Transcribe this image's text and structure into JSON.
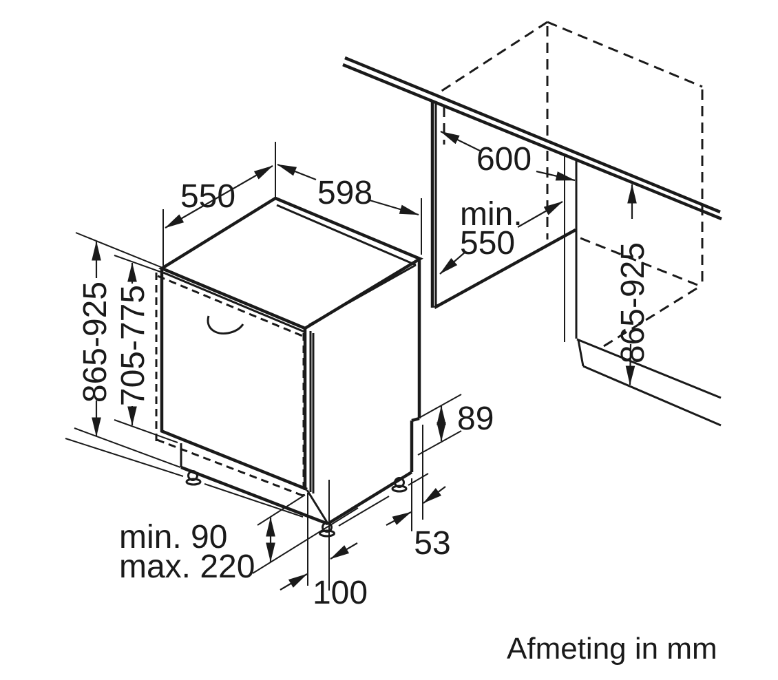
{
  "colors": {
    "line": "#1a1a1a",
    "background": "#ffffff"
  },
  "caption": "Afmeting in mm",
  "dimensions": {
    "top_depth": "550",
    "front_width": "598",
    "niche_width": "600",
    "niche_depth_prefix": "min.",
    "niche_depth_value": "550",
    "appliance_height": "865-925",
    "door_panel_height": "705-775",
    "niche_height": "865-925",
    "rear_base_height": "89",
    "rear_base_depth": "53",
    "plinth_recess_depth": "100",
    "plinth_height_min": "min. 90",
    "plinth_height_max": "max. 220"
  }
}
